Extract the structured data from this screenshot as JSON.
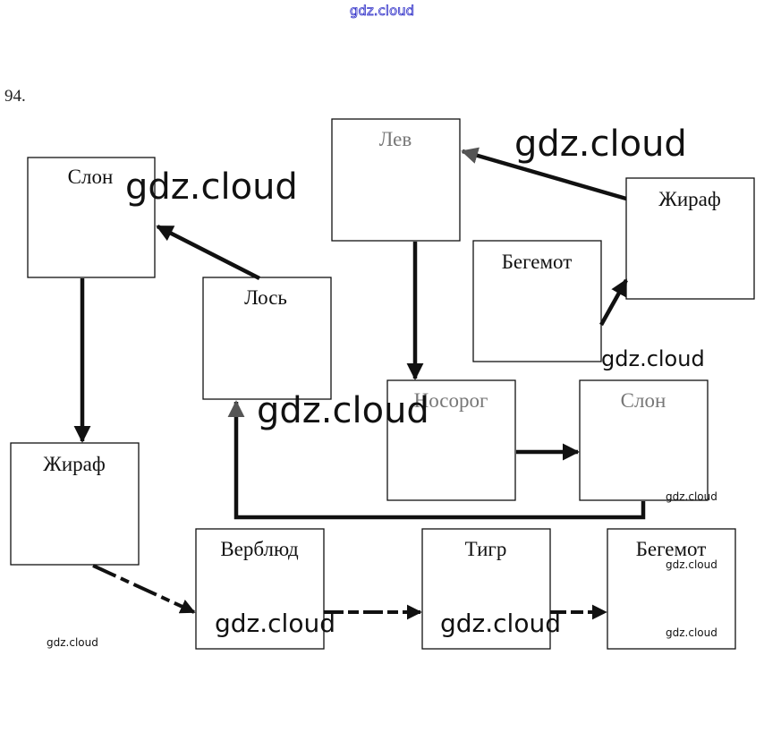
{
  "problem_number": "94.",
  "watermark_header": "gdz.cloud",
  "boxes": [
    {
      "id": "slon1",
      "label": "Слон",
      "faded": false
    },
    {
      "id": "los",
      "label": "Лось",
      "faded": false
    },
    {
      "id": "lev",
      "label": "Лев",
      "faded": true
    },
    {
      "id": "begemot1",
      "label": "Бегемот",
      "faded": false
    },
    {
      "id": "zhiraf1",
      "label": "Жираф",
      "faded": false
    },
    {
      "id": "nosorog",
      "label": "Носорог",
      "faded": true
    },
    {
      "id": "slon2",
      "label": "Слон",
      "faded": true
    },
    {
      "id": "zhiraf2",
      "label": "Жираф",
      "faded": false
    },
    {
      "id": "verblyud",
      "label": "Верблюд",
      "faded": false
    },
    {
      "id": "tigr",
      "label": "Тигр",
      "faded": false
    },
    {
      "id": "begemot2",
      "label": "Бегемот",
      "faded": false
    }
  ],
  "arrows": [
    {
      "from": "los",
      "to": "slon1"
    },
    {
      "from": "slon1",
      "to": "zhiraf2"
    },
    {
      "from": "zhiraf1",
      "to": "lev"
    },
    {
      "from": "lev",
      "to": "nosorog"
    },
    {
      "from": "begemot1",
      "to": "zhiraf1"
    },
    {
      "from": "nosorog",
      "to": "slon2"
    },
    {
      "from": "slon2",
      "to": "los"
    },
    {
      "from": "zhiraf2",
      "to": "verblyud"
    },
    {
      "from": "verblyud",
      "to": "tigr"
    },
    {
      "from": "tigr",
      "to": "begemot2"
    }
  ],
  "watermarks": [
    {
      "text": "gdz.cloud",
      "size": "big"
    },
    {
      "text": "gdz.cloud",
      "size": "big"
    },
    {
      "text": "gdz.cloud",
      "size": "big"
    },
    {
      "text": "gdz.cloud",
      "size": "med"
    },
    {
      "text": "gdz.cloud",
      "size": "mid"
    },
    {
      "text": "gdz.cloud",
      "size": "mid"
    },
    {
      "text": "gdz.cloud",
      "size": "small"
    },
    {
      "text": "gdz.cloud",
      "size": "small"
    },
    {
      "text": "gdz.cloud",
      "size": "small"
    },
    {
      "text": "gdz.cloud",
      "size": "small"
    }
  ]
}
